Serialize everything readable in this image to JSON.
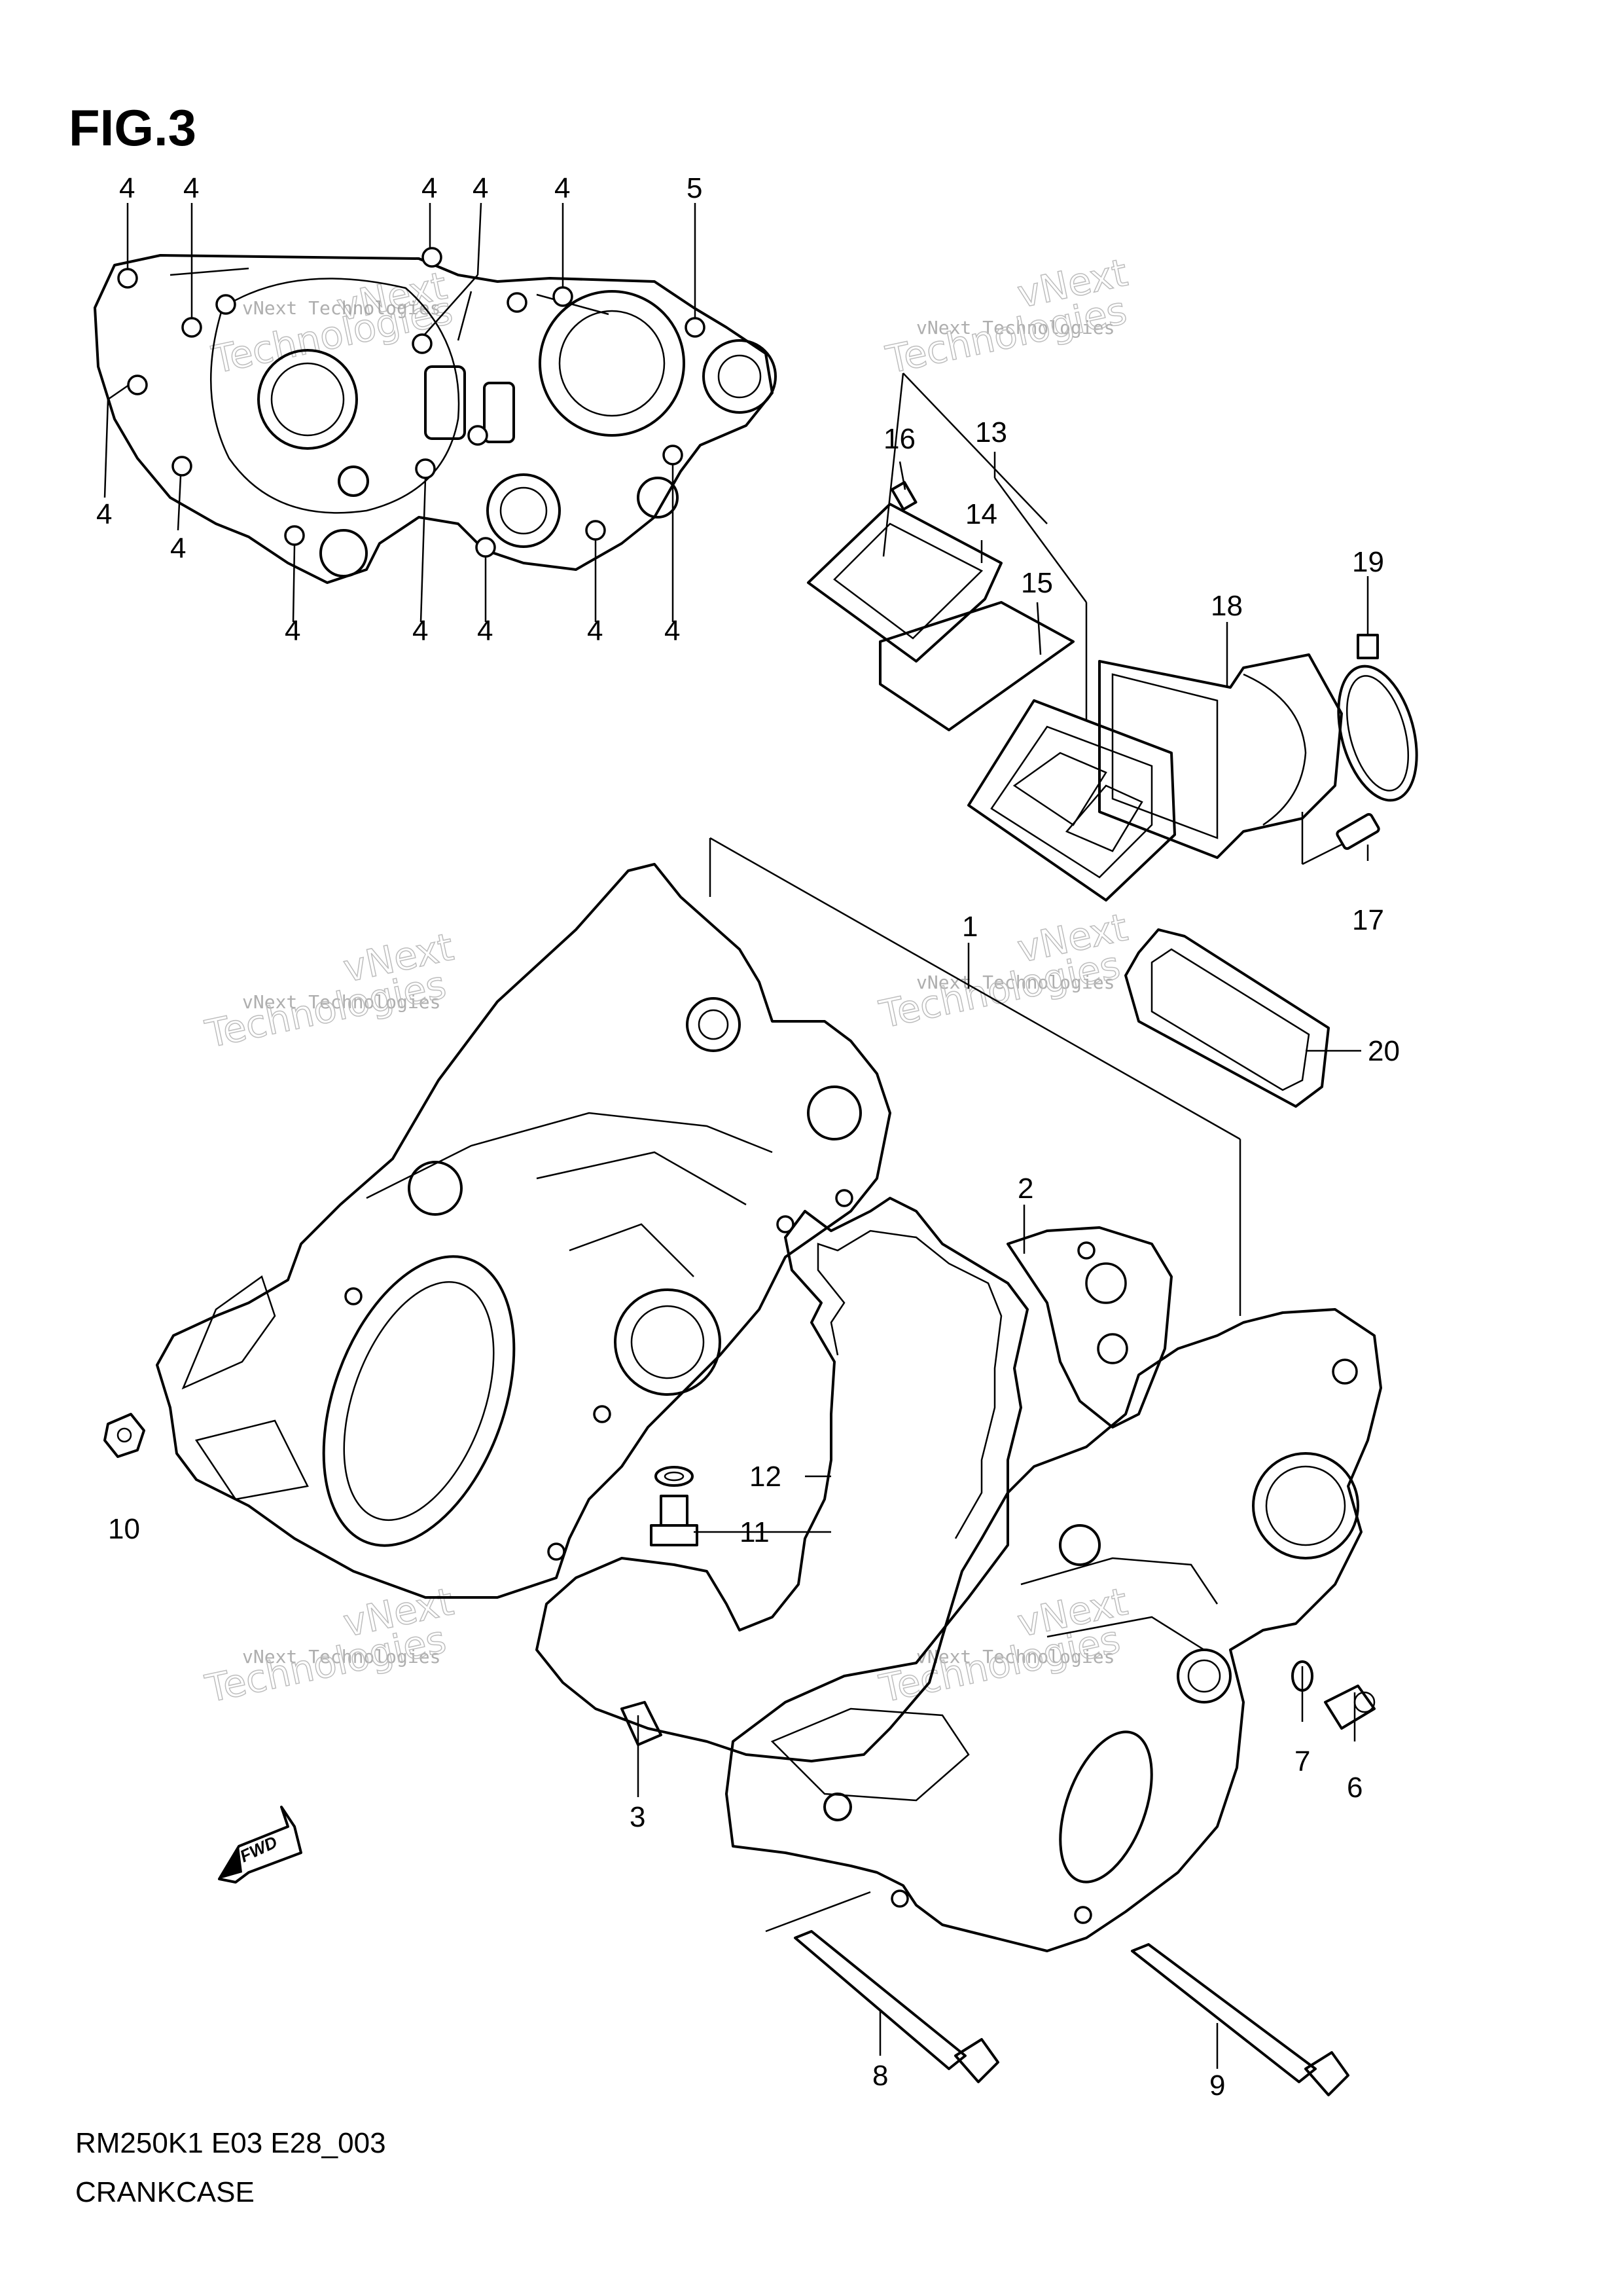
{
  "figure": {
    "title": "FIG.3",
    "model_code": "RM250K1 E03 E28_003",
    "section_name": "CRANKCASE",
    "fwd_arrow_label": "FWD"
  },
  "watermark": {
    "line1": "vNext Technologies",
    "line2": "vNext",
    "line3": "Technologies"
  },
  "callouts": [
    "4",
    "4",
    "4",
    "4",
    "4",
    "5",
    "4",
    "4",
    "4",
    "4",
    "4",
    "4",
    "4",
    "16",
    "13",
    "14",
    "15",
    "18",
    "19",
    "17",
    "1",
    "20",
    "2",
    "12",
    "10",
    "11",
    "7",
    "6",
    "3",
    "8",
    "9"
  ]
}
